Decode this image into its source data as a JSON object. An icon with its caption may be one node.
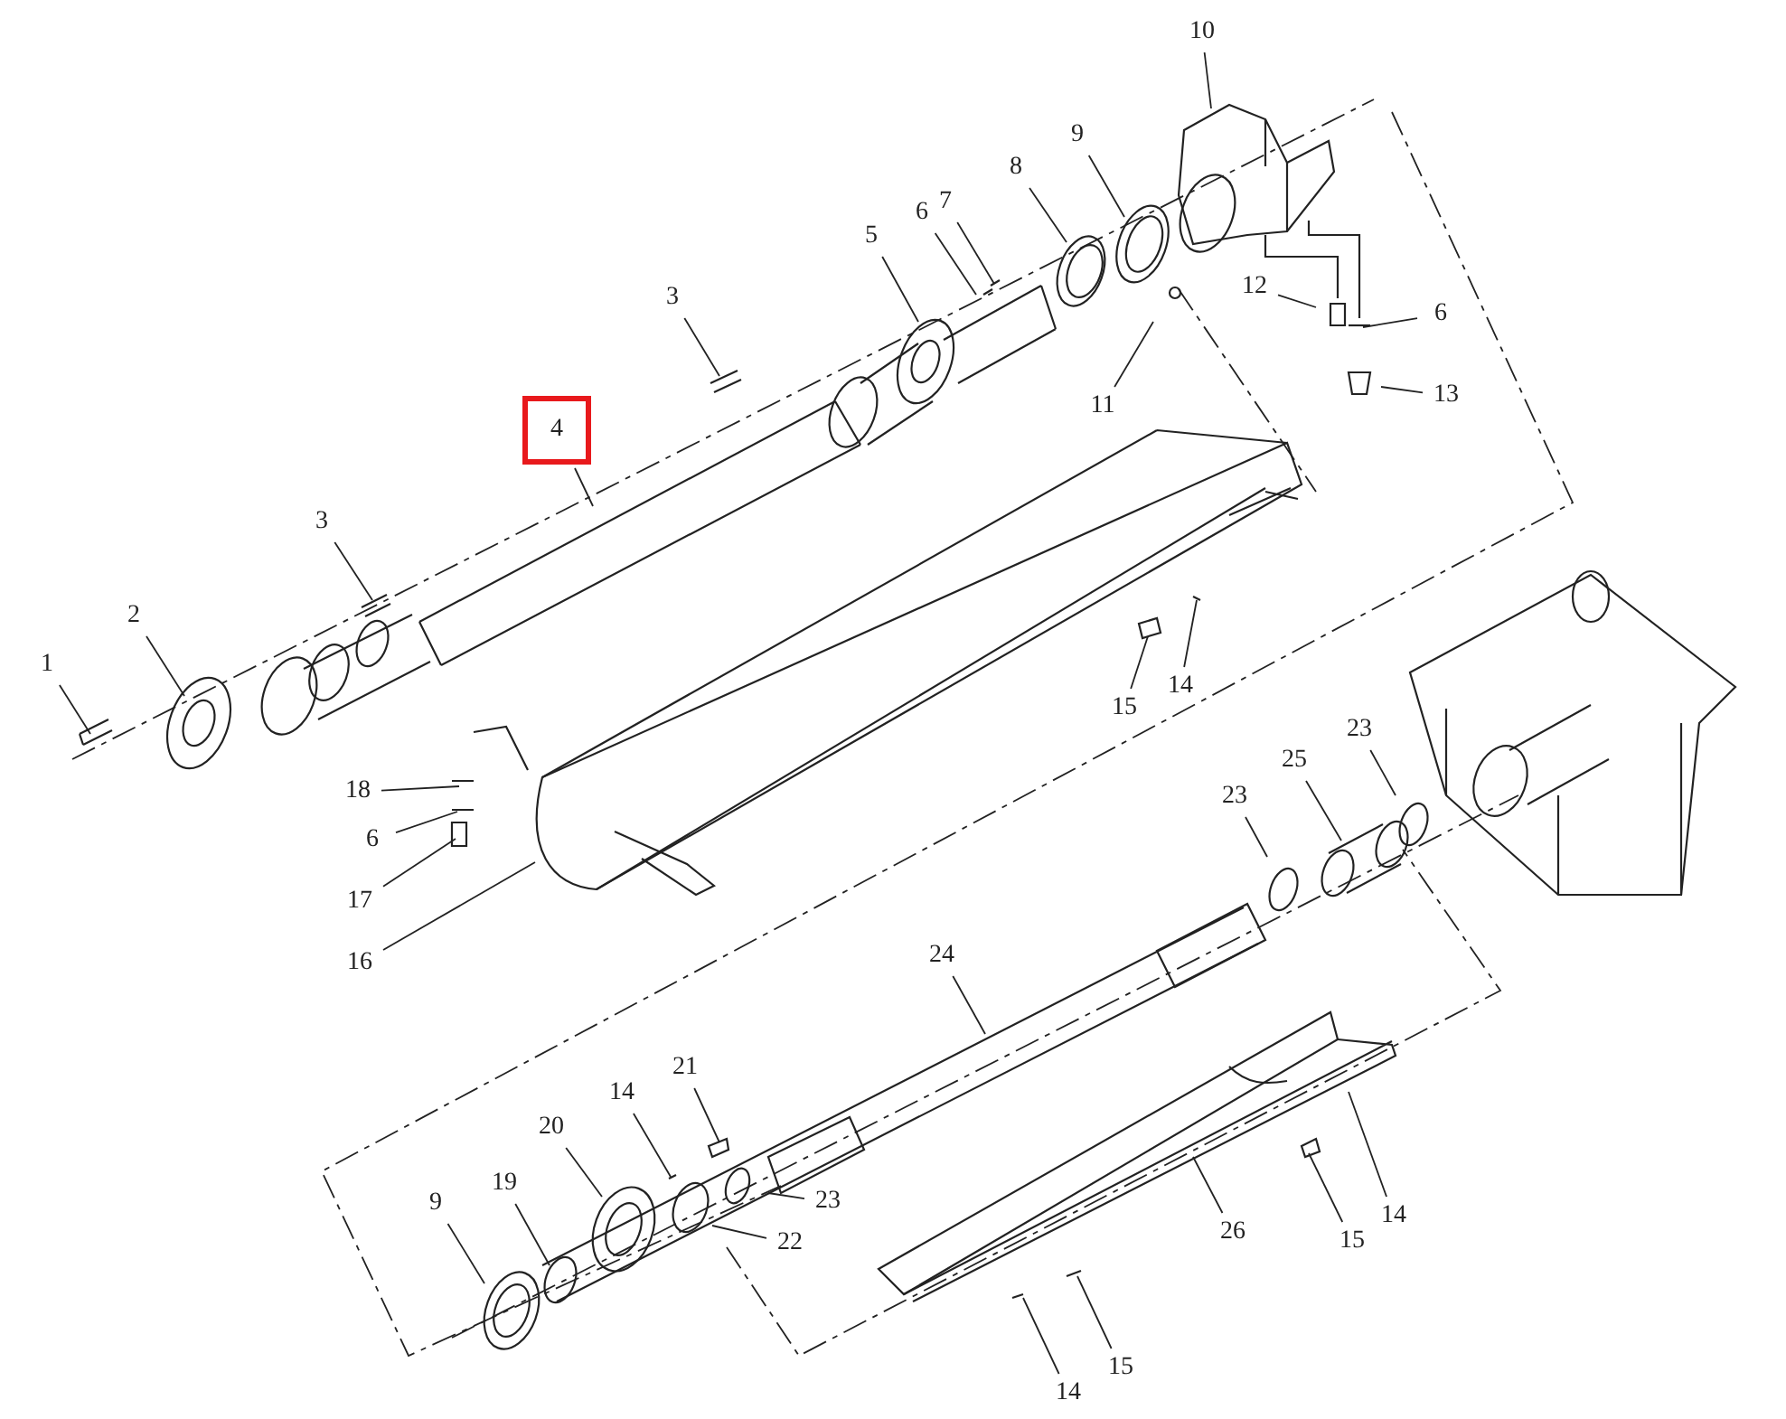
{
  "diagram": {
    "nodes": [
      {
        "text": [
          "10"
        ]
      },
      {
        "text": [
          "9"
        ]
      },
      {
        "text": [
          "8"
        ]
      },
      {
        "text": [
          "7"
        ]
      },
      {
        "text": [
          "6"
        ]
      },
      {
        "text": [
          "5"
        ]
      },
      {
        "text": [
          "3"
        ]
      },
      {
        "text": [
          "12"
        ]
      },
      {
        "text": [
          "6"
        ]
      },
      {
        "text": [
          "13"
        ]
      },
      {
        "text": [
          "11"
        ]
      },
      {
        "text": [
          "4"
        ]
      },
      {
        "text": [
          "3"
        ]
      },
      {
        "text": [
          "2"
        ]
      },
      {
        "text": [
          "1"
        ]
      },
      {
        "text": [
          "14"
        ]
      },
      {
        "text": [
          "15"
        ]
      },
      {
        "text": [
          "18"
        ]
      },
      {
        "text": [
          "6"
        ]
      },
      {
        "text": [
          "17"
        ]
      },
      {
        "text": [
          "16"
        ]
      },
      {
        "text": [
          "23"
        ]
      },
      {
        "text": [
          "23"
        ]
      },
      {
        "text": [
          "25"
        ]
      },
      {
        "text": [
          "24"
        ]
      },
      {
        "text": [
          "21"
        ]
      },
      {
        "text": [
          "14"
        ]
      },
      {
        "text": [
          "20"
        ]
      },
      {
        "text": [
          "19"
        ]
      },
      {
        "text": [
          "9"
        ]
      },
      {
        "text": [
          "23"
        ]
      },
      {
        "text": [
          "22"
        ]
      },
      {
        "text": [
          "26"
        ]
      },
      {
        "text": [
          "14"
        ]
      },
      {
        "text": [
          "15"
        ]
      },
      {
        "text": [
          "15"
        ]
      },
      {
        "text": [
          "14"
        ]
      }
    ],
    "edges": [
      {
        "from": 0,
        "to": null,
        "arrow": "none"
      },
      {
        "from": 1,
        "to": null,
        "arrow": "none"
      },
      {
        "from": 2,
        "to": null,
        "arrow": "none"
      },
      {
        "from": 3,
        "to": null,
        "arrow": "none"
      },
      {
        "from": 4,
        "to": null,
        "arrow": "none"
      },
      {
        "from": 5,
        "to": null,
        "arrow": "none"
      },
      {
        "from": 6,
        "to": null,
        "arrow": "none"
      },
      {
        "from": 7,
        "to": null,
        "arrow": "none"
      },
      {
        "from": 8,
        "to": null,
        "arrow": "none"
      },
      {
        "from": 9,
        "to": null,
        "arrow": "none"
      },
      {
        "from": 10,
        "to": null,
        "arrow": "none"
      },
      {
        "from": 11,
        "to": null,
        "arrow": "none"
      },
      {
        "from": 12,
        "to": null,
        "arrow": "none"
      },
      {
        "from": 13,
        "to": null,
        "arrow": "none"
      },
      {
        "from": 14,
        "to": null,
        "arrow": "none"
      },
      {
        "from": 15,
        "to": null,
        "arrow": "none"
      },
      {
        "from": 16,
        "to": null,
        "arrow": "none"
      },
      {
        "from": 17,
        "to": null,
        "arrow": "none"
      },
      {
        "from": 18,
        "to": null,
        "arrow": "none"
      },
      {
        "from": 19,
        "to": null,
        "arrow": "none"
      },
      {
        "from": 20,
        "to": null,
        "arrow": "none"
      },
      {
        "from": 21,
        "to": null,
        "arrow": "none"
      },
      {
        "from": 22,
        "to": null,
        "arrow": "none"
      },
      {
        "from": 23,
        "to": null,
        "arrow": "none"
      },
      {
        "from": 24,
        "to": null,
        "arrow": "none"
      },
      {
        "from": 25,
        "to": null,
        "arrow": "none"
      },
      {
        "from": 26,
        "to": null,
        "arrow": "none"
      },
      {
        "from": 27,
        "to": null,
        "arrow": "none"
      },
      {
        "from": 28,
        "to": null,
        "arrow": "none"
      },
      {
        "from": 29,
        "to": null,
        "arrow": "none"
      },
      {
        "from": 30,
        "to": null,
        "arrow": "none"
      },
      {
        "from": 31,
        "to": null,
        "arrow": "none"
      },
      {
        "from": 32,
        "to": null,
        "arrow": "none"
      },
      {
        "from": 33,
        "to": null,
        "arrow": "none"
      },
      {
        "from": 34,
        "to": null,
        "arrow": "none"
      },
      {
        "from": 35,
        "to": null,
        "arrow": "none"
      },
      {
        "from": 36,
        "to": null,
        "arrow": "none"
      }
    ]
  }
}
